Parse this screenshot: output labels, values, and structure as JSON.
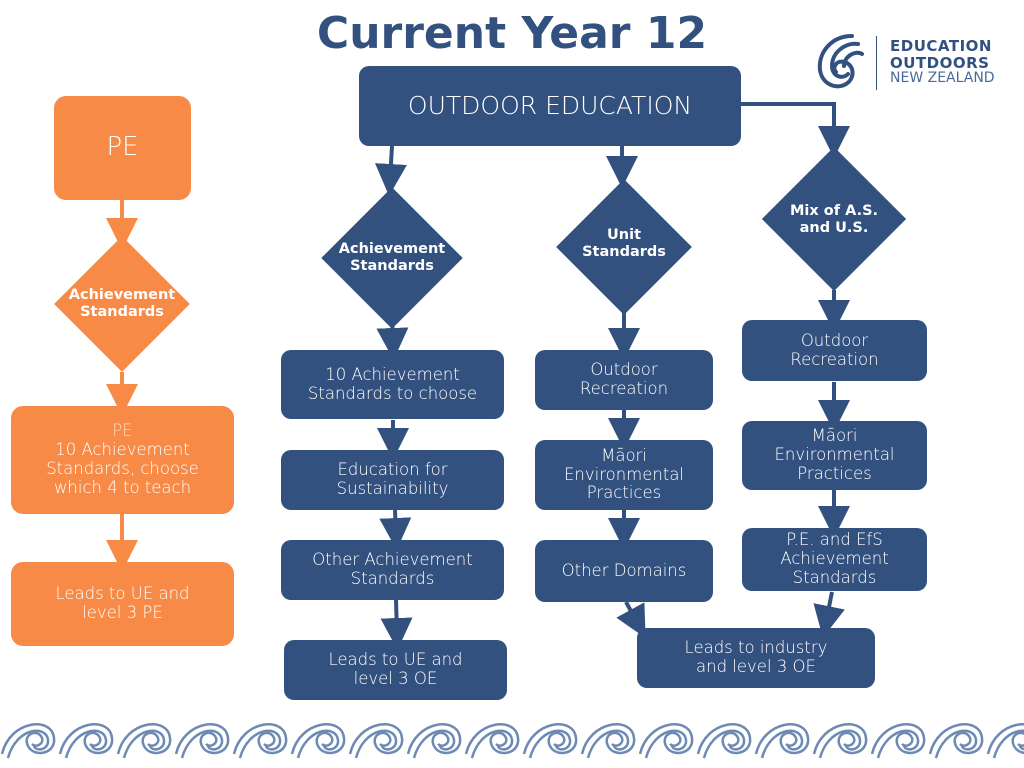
{
  "title": "Current Year 12",
  "logo": {
    "line1": "EDUCATION",
    "line2": "OUTDOORS",
    "line3": "NEW ZEALAND"
  },
  "colors": {
    "blue": "#33517f",
    "orange": "#f78a46"
  },
  "pe": {
    "top": "PE",
    "diamond": "Achievement\nStandards",
    "box2_title": "PE",
    "box2_text": "10 Achievement\nStandards, choose\nwhich 4 to teach",
    "box3": "Leads to UE and\nlevel 3 PE"
  },
  "oe": {
    "top": "OUTDOOR EDUCATION",
    "col1": {
      "diamond": "Achievement\nStandards",
      "boxes": [
        "10 Achievement\nStandards to choose",
        "Education for\nSustainability",
        "Other Achievement\nStandards",
        "Leads to UE and\nlevel 3 OE"
      ]
    },
    "col2": {
      "diamond": "Unit\nStandards",
      "boxes": [
        "Outdoor\nRecreation",
        "Māori\nEnvironmental\nPractices",
        "Other Domains"
      ]
    },
    "col3": {
      "diamond": "Mix of A.S.\nand U.S.",
      "boxes": [
        "Outdoor\nRecreation",
        "Māori\nEnvironmental\nPractices",
        "P.E. and EfS\nAchievement\nStandards"
      ]
    },
    "joint": "Leads to industry\nand level 3 OE"
  }
}
